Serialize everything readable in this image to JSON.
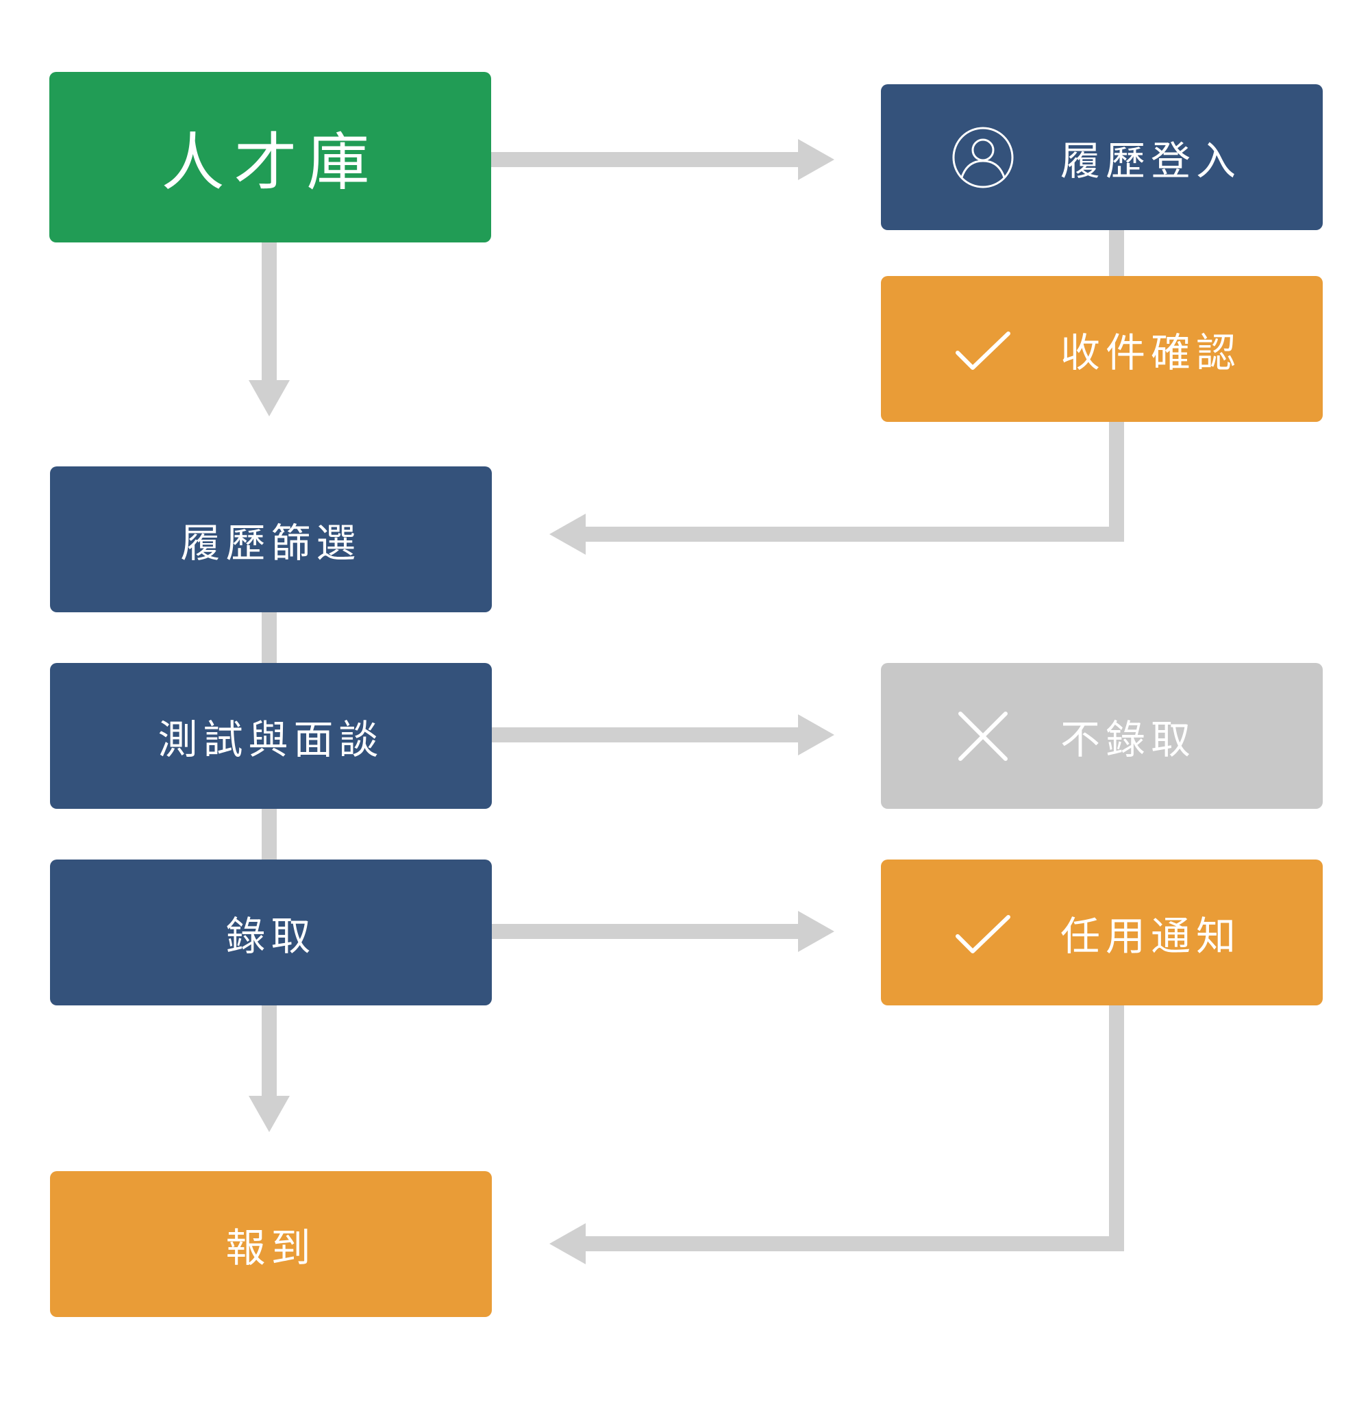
{
  "colors": {
    "green": "#219c55",
    "navy": "#34527b",
    "orange": "#e99c37",
    "gray": "#c8c8c8",
    "connector": "#d0d0d0"
  },
  "nodes": {
    "talent_pool": {
      "label": "人才庫",
      "color": "green"
    },
    "resume_login": {
      "label": "履歷登入",
      "color": "navy",
      "icon": "user-circle-icon"
    },
    "receipt_confirm": {
      "label": "收件確認",
      "color": "orange",
      "icon": "check-icon"
    },
    "resume_screening": {
      "label": "履歷篩選",
      "color": "navy"
    },
    "test_interview": {
      "label": "測試與面談",
      "color": "navy"
    },
    "not_hired": {
      "label": "不錄取",
      "color": "gray",
      "icon": "x-icon"
    },
    "hired": {
      "label": "錄取",
      "color": "navy"
    },
    "offer_notice": {
      "label": "任用通知",
      "color": "orange",
      "icon": "check-icon"
    },
    "onboard": {
      "label": "報到",
      "color": "orange"
    }
  },
  "edges": [
    {
      "from": "人才庫",
      "to": "履歷登入"
    },
    {
      "from": "人才庫",
      "to": "履歷篩選"
    },
    {
      "from": "履歷登入",
      "to": "收件確認"
    },
    {
      "from": "收件確認",
      "to": "履歷篩選"
    },
    {
      "from": "履歷篩選",
      "to": "測試與面談"
    },
    {
      "from": "測試與面談",
      "to": "不錄取"
    },
    {
      "from": "測試與面談",
      "to": "錄取"
    },
    {
      "from": "錄取",
      "to": "任用通知"
    },
    {
      "from": "錄取",
      "to": "報到"
    },
    {
      "from": "任用通知",
      "to": "報到"
    }
  ]
}
